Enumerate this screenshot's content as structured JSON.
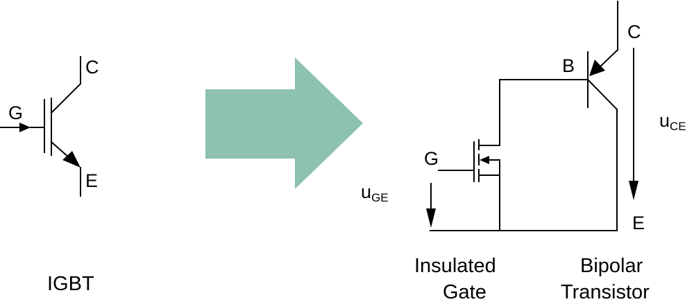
{
  "igbt": {
    "label_c": "C",
    "label_g": "G",
    "label_e": "E",
    "caption": "IGBT"
  },
  "arrow": {
    "color": "#8dc1b1"
  },
  "equivalent": {
    "label_b": "B",
    "label_c": "C",
    "label_e": "E",
    "label_g": "G",
    "u_ce_main": "u",
    "u_ce_sub": "CE",
    "u_ge_main": "u",
    "u_ge_sub": "GE",
    "caption_left_line1": "Insulated",
    "caption_left_line2": "Gate",
    "caption_right_line1": "Bipolar",
    "caption_right_line2": "Transistor"
  }
}
